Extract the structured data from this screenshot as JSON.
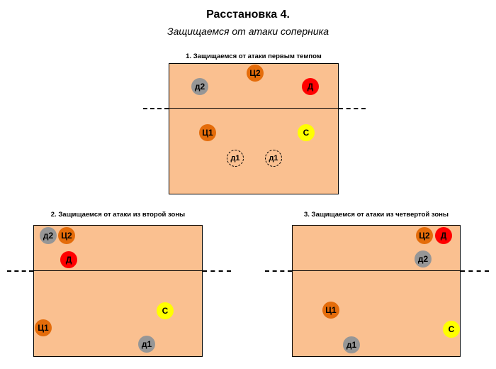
{
  "title": "Расстановка 4.",
  "subtitle": "Защищаемся от атаки соперника",
  "colors": {
    "court": "#fac090",
    "orange": "#e46c0a",
    "gray": "#969696",
    "red": "#ff0000",
    "yellow": "#ffff00"
  },
  "diagrams": [
    {
      "caption": "1. Защищаемся от атаки первым темпом",
      "players": [
        "Ц2",
        "д2",
        "Д",
        "Ц1",
        "С",
        "д1",
        "д1"
      ]
    },
    {
      "caption": "2. Защищаемся от атаки из второй зоны",
      "players": [
        "д2",
        "Ц2",
        "Д",
        "С",
        "Ц1",
        "д1"
      ]
    },
    {
      "caption": "3. Защищаемся от атаки из четвертой зоны",
      "players": [
        "Ц2",
        "Д",
        "д2",
        "Ц1",
        "С",
        "д1"
      ]
    }
  ]
}
